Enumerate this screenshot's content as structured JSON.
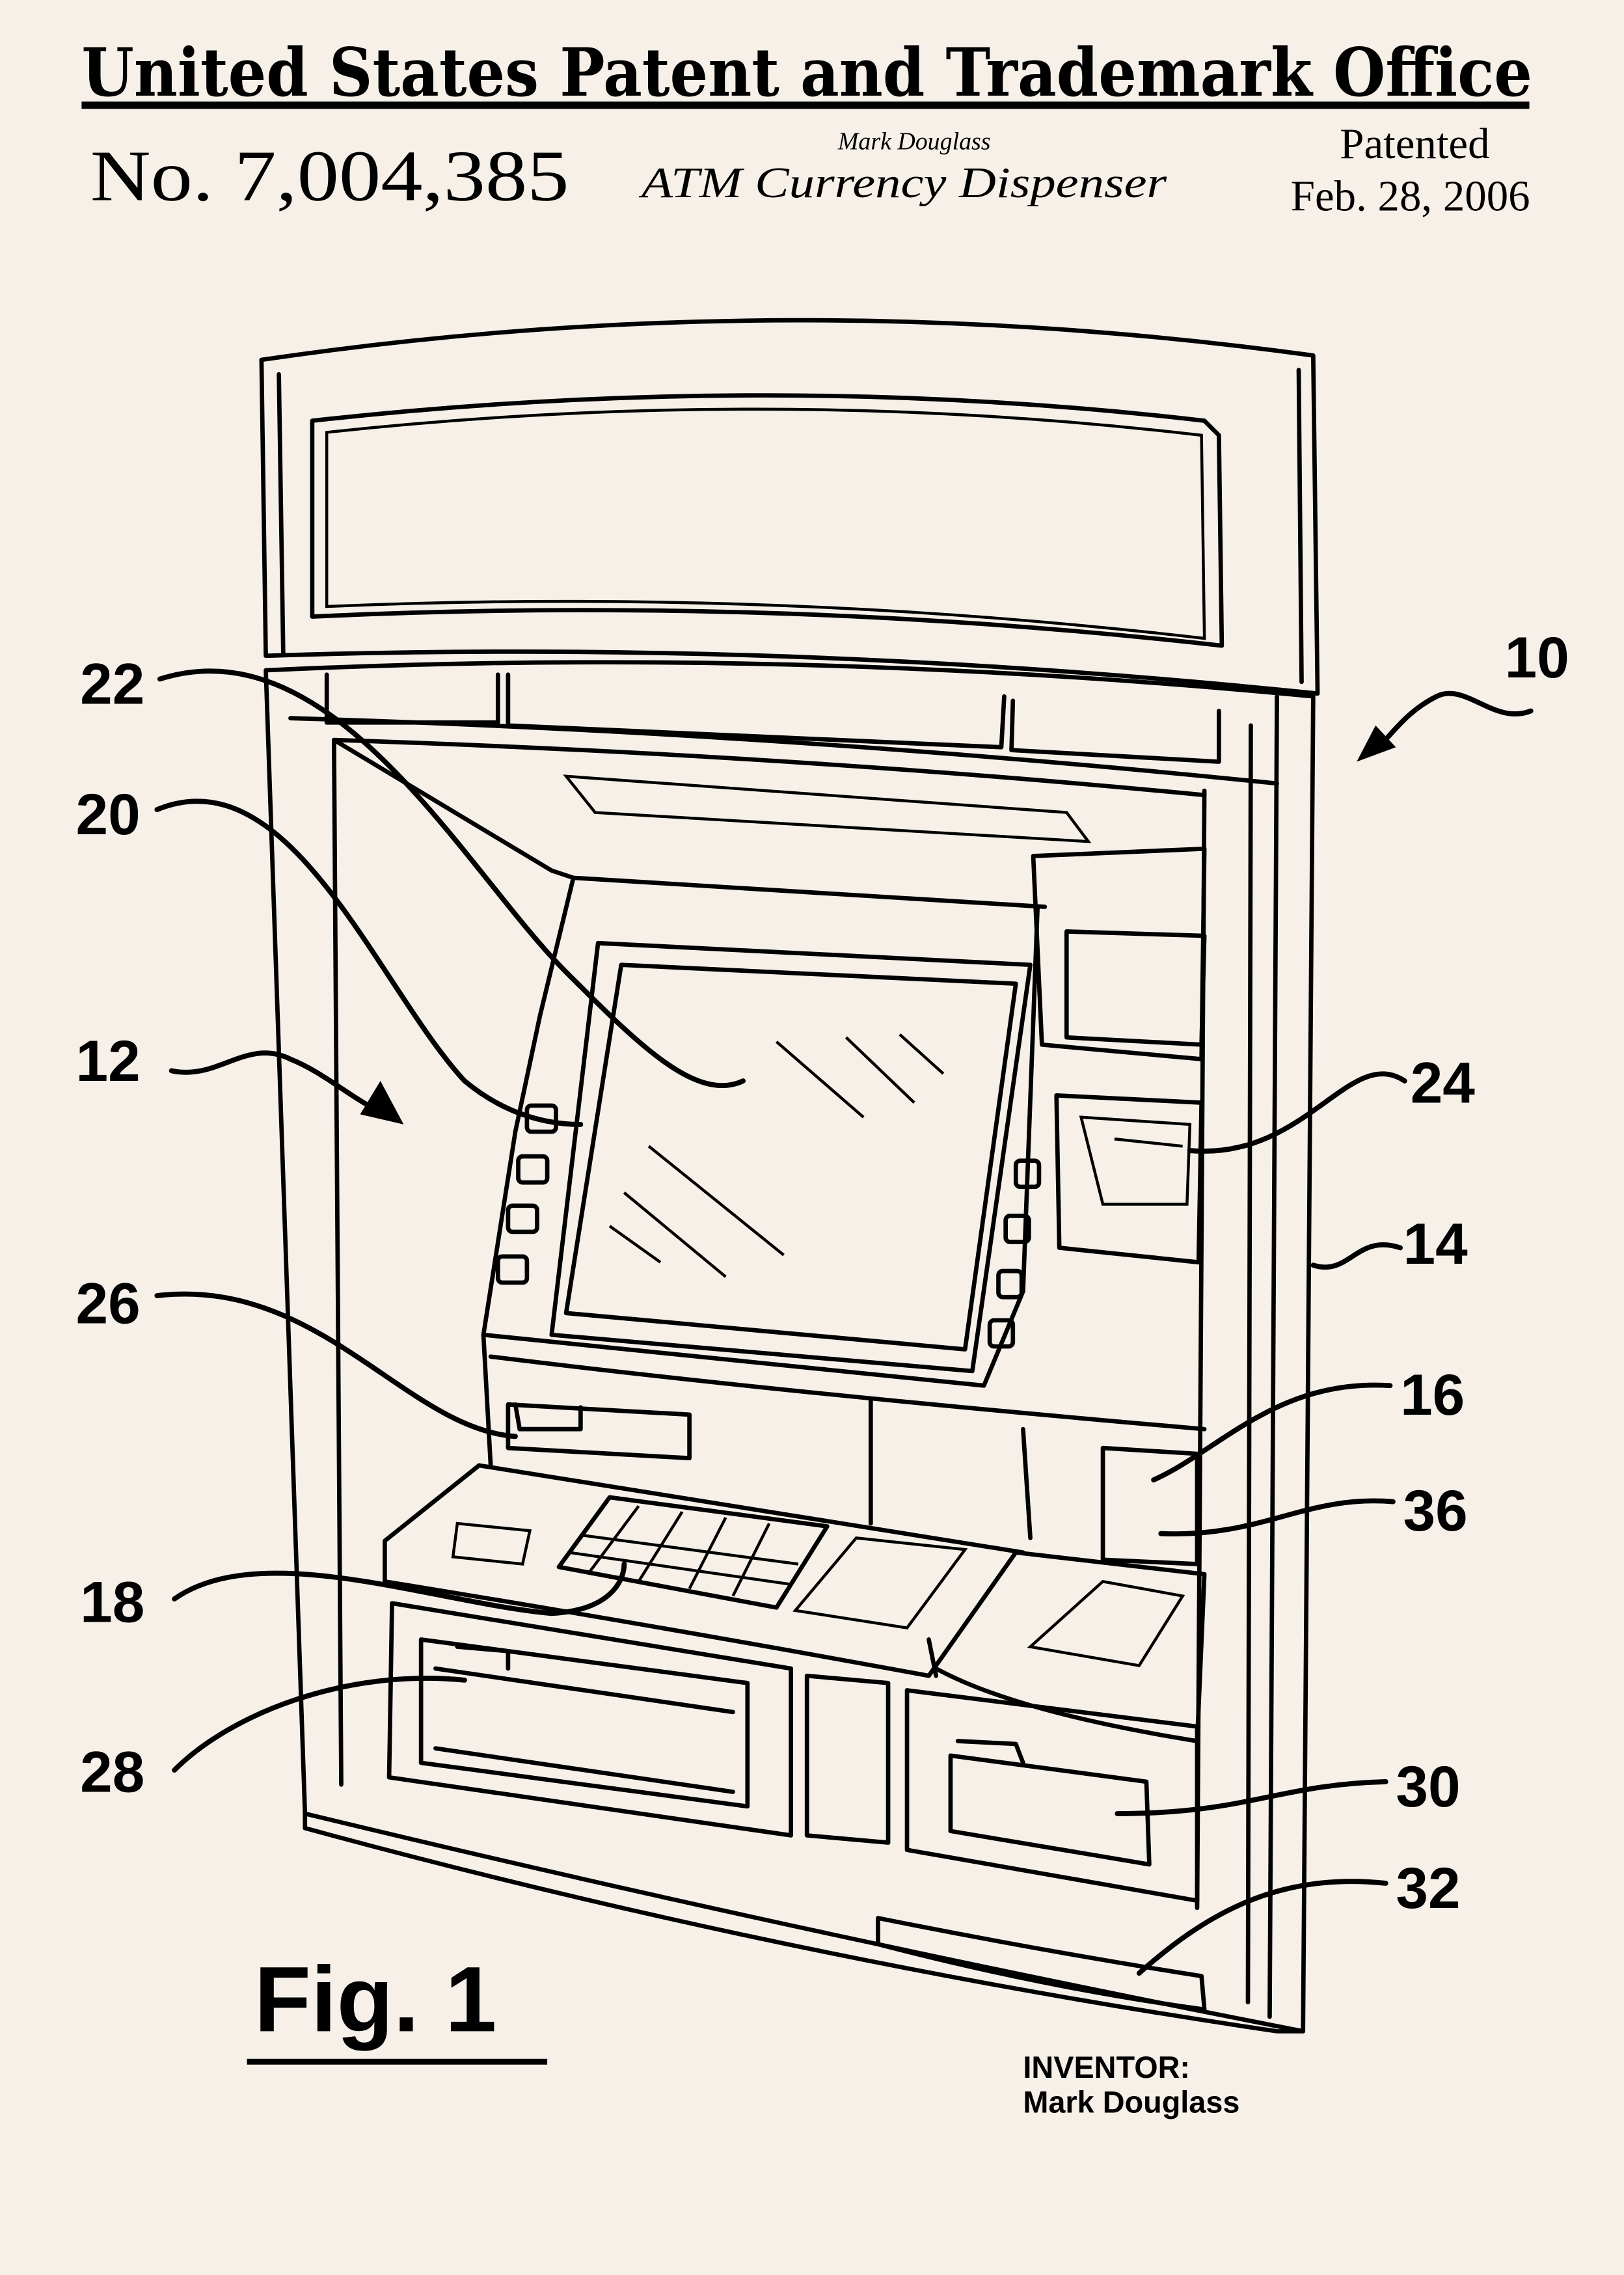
{
  "header": {
    "office": "United States Patent and Trademark Office",
    "patent_number": "No. 7,004,385",
    "inventor_small": "Mark Douglass",
    "title": "ATM Currency Dispenser",
    "patented_label": "Patented",
    "date": "Feb. 28, 2006"
  },
  "drawing": {
    "figure_label": "Fig. 1",
    "reference_numerals": [
      "22",
      "20",
      "12",
      "26",
      "18",
      "28",
      "10",
      "24",
      "14",
      "16",
      "36",
      "30",
      "32"
    ]
  },
  "footer": {
    "inventor_label": "INVENTOR:",
    "inventor_name": "Mark Douglass"
  }
}
